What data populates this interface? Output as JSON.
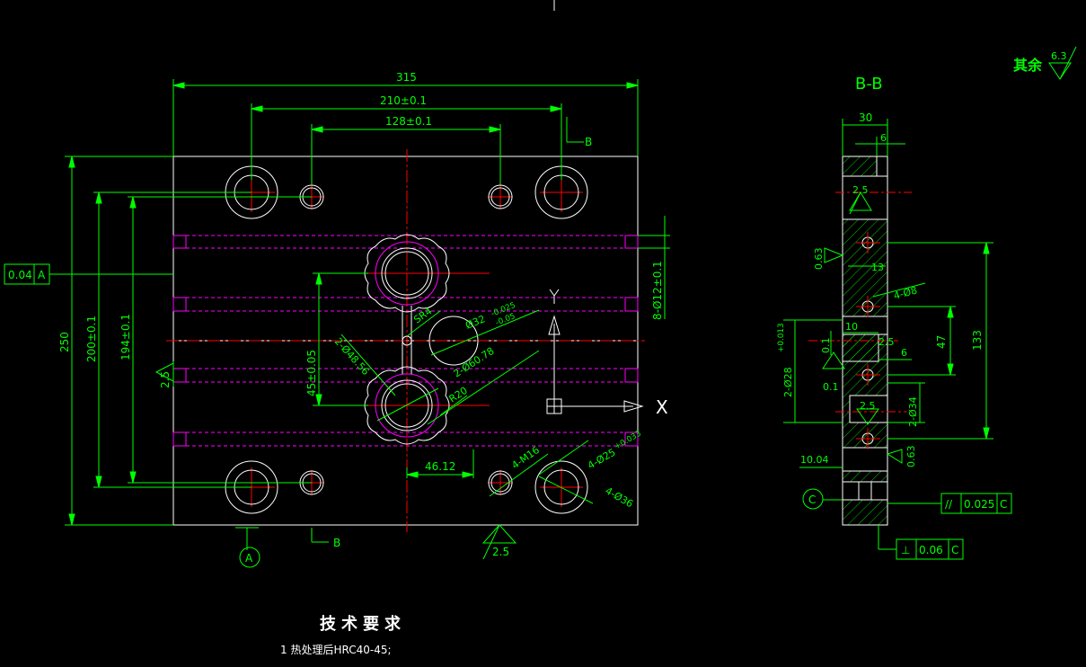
{
  "view_main": {
    "dims": {
      "overall_width": "315",
      "hole_spacing_outer": "210±0.1",
      "hole_spacing_inner": "128±0.1",
      "overall_height": "250",
      "height_200": "200±0.1",
      "height_194": "194±0.1",
      "spacing_45": "45±0.05",
      "cooling": "8-Ø12±0.1",
      "sr": "SR4",
      "bore32": "Ø32",
      "bore32_tol_upper": "-0.025",
      "bore32_tol_lower": "-0.05",
      "d48": "2-Ø48.56",
      "d60": "2-Ø60.78",
      "r20": "R20",
      "offset_46": "46.12",
      "thread": "4-M16",
      "counterbore": "4-Ø25",
      "counterbore_tol": "+0.033",
      "d36": "4-Ø36",
      "roughness_left": "2.5",
      "roughness_bottom": "2.5"
    },
    "tolerance_frame_flatness": "0.04",
    "tolerance_frame_datum": "A",
    "section_mark": "B",
    "datum_a": "A",
    "axis_y": "Y",
    "axis_x": "X"
  },
  "view_section": {
    "title": "B-B",
    "dims": {
      "thickness": "30",
      "step": "6",
      "rough_top": "2.5",
      "rough_side": "0.63",
      "d13": "13",
      "d8": "4-Ø8",
      "d10": "10",
      "d2_5": "2.5",
      "d6": "6",
      "d47": "47",
      "d133": "133",
      "d28": "2-Ø28",
      "d28_tol": "+0.013",
      "tol_01a": "0.1",
      "tol_01b": "0.1",
      "d34": "2-Ø34",
      "rough_mid": "2.5",
      "d10_04": "10.04",
      "rough_bottom": "0.63"
    },
    "datum_c": "C",
    "parallel_symbol": "//",
    "parallel_value": "0.025",
    "parallel_datum": "C",
    "perp_symbol": "⊥",
    "perp_value": "0.06",
    "perp_datum": "C"
  },
  "rough_general": {
    "label": "其余",
    "value": "6.3"
  },
  "notes": {
    "title": "技术要求",
    "item1": "1  热处理后HRC40-45;"
  },
  "colors": {
    "outline": "#ffffff",
    "dimension": "#00ff00",
    "centerline": "#ff0000",
    "cooling": "#ff00ff",
    "background": "#000000"
  }
}
